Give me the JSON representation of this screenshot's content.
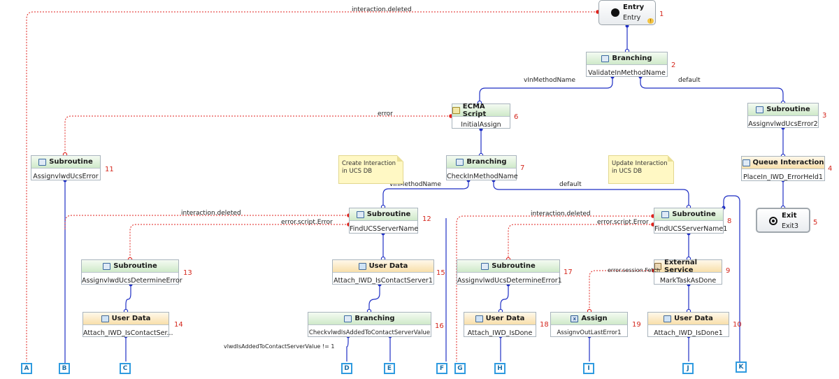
{
  "top_label": "interaction.deleted",
  "entry": {
    "title": "Entry",
    "name": "Entry",
    "number": "1",
    "warn_icon": "warning-icon"
  },
  "exit": {
    "title": "Exit",
    "name": "Exit3",
    "number": "5"
  },
  "nodes": [
    {
      "id": "validate",
      "type": "Branching",
      "name": "ValidateInMethodName",
      "number": "2",
      "icon": "branching-icon"
    },
    {
      "id": "assign2",
      "type": "Subroutine",
      "name": "AssignvlwdUcsError2",
      "number": "3",
      "icon": "subroutine-icon"
    },
    {
      "id": "queue",
      "type": "Queue Interaction",
      "name": "PlaceIn_IWD_ErrorHeld1",
      "number": "4",
      "icon": "queue-interaction-icon"
    },
    {
      "id": "ecma",
      "type": "ECMA Script",
      "name": "InitialAssign",
      "number": "6",
      "icon": "ecma-script-icon"
    },
    {
      "id": "checkin",
      "type": "Branching",
      "name": "CheckInMethodName",
      "number": "7",
      "icon": "branching-icon"
    },
    {
      "id": "find1",
      "type": "Subroutine",
      "name": "FindUCSServerName1",
      "number": "8",
      "icon": "subroutine-icon"
    },
    {
      "id": "markdone",
      "type": "External Service",
      "name": "MarkTaskAsDone",
      "number": "9",
      "icon": "external-service-icon"
    },
    {
      "id": "done1",
      "type": "User Data",
      "name": "Attach_IWD_IsDone1",
      "number": "10",
      "icon": "user-data-icon"
    },
    {
      "id": "assignerr",
      "type": "Subroutine",
      "name": "AssignvlwdUcsError",
      "number": "11",
      "icon": "subroutine-icon"
    },
    {
      "id": "find",
      "type": "Subroutine",
      "name": "FindUCSServerName",
      "number": "12",
      "icon": "subroutine-icon"
    },
    {
      "id": "det",
      "type": "Subroutine",
      "name": "AssignvlwdUcsDetermineError",
      "number": "13",
      "icon": "subroutine-icon"
    },
    {
      "id": "contact",
      "type": "User Data",
      "name": "Attach_IWD_IsContactSer...",
      "number": "14",
      "icon": "user-data-icon"
    },
    {
      "id": "contact1",
      "type": "User Data",
      "name": "Attach_IWD_IsContactServer1",
      "number": "15",
      "icon": "user-data-icon"
    },
    {
      "id": "checkadded",
      "type": "Branching",
      "name": "CheckvlwdIsAddedToContactServerValue",
      "number": "16",
      "icon": "branching-icon"
    },
    {
      "id": "det1",
      "type": "Subroutine",
      "name": "AssignvlwdUcsDetermineError1",
      "number": "17",
      "icon": "subroutine-icon"
    },
    {
      "id": "isdone",
      "type": "User Data",
      "name": "Attach_IWD_IsDone",
      "number": "18",
      "icon": "user-data-icon"
    },
    {
      "id": "assignout",
      "type": "Assign",
      "name": "AssignvOutLastError1",
      "number": "19",
      "icon": "assign-icon"
    }
  ],
  "edge_labels": {
    "vinmethod_1": "vInMethodName",
    "default_1": "default",
    "error": "error",
    "vinmethod_2": "vInMethodName",
    "default_2": "default",
    "deleted_left": "interaction.deleted",
    "deleted_right": "interaction.deleted",
    "script_error_left": "error.script.Error",
    "script_error_right": "error.script.Error",
    "session_fetch": "error.session.Fetch",
    "added_condition": "vlwdIsAddedToContactServerValue != 1"
  },
  "notes": [
    {
      "id": "create",
      "text": "Create Interaction in UCS DB"
    },
    {
      "id": "update",
      "text": "Update Interaction in UCS DB"
    }
  ],
  "connectors": [
    "A",
    "B",
    "C",
    "D",
    "E",
    "F",
    "G",
    "H",
    "I",
    "J",
    "K"
  ],
  "colors": {
    "flow": "#1f2fc4",
    "error": "#e0221c",
    "accent_green": "#cfe9c9",
    "accent_orange": "#f8dfaa",
    "connector": "#2f9be0"
  }
}
